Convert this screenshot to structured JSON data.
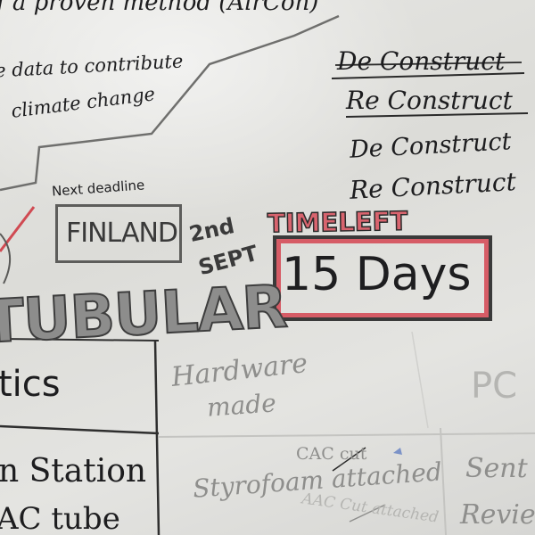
{
  "whiteboard": {
    "top_note_line1": "f a proven method (AirCon)",
    "top_note_line2": "e data to contribute",
    "top_note_line3": "climate change",
    "deconstruct_1": "De Construct",
    "reconstruct_1": "Re Construct",
    "deconstruct_2": "De Construct",
    "reconstruct_2": "Re Construct",
    "next_deadline_label": "Next deadline",
    "deadline_place": "FINLAND",
    "deadline_date_day": "2nd",
    "deadline_date_month": "SEPT",
    "time_left_label": "TIMELEFT",
    "time_left_value": "15 Days",
    "project_name": "TUBULAR",
    "grid": {
      "cell_tl": "tics",
      "cell_hardware_line1": "Hardware",
      "cell_hardware_line2": "made",
      "cell_pc": "PC",
      "cell_station": "n Station",
      "cell_tube": "AC tube",
      "cell_styrofoam": "Styrofoam attached",
      "cell_cac_cut": "CAC cut",
      "cell_aac_cut": "AAC Cut attached",
      "cell_sent_line1": "Sent",
      "cell_sent_line2": "Revie"
    },
    "colors": {
      "board": "#e3e3e0",
      "marker_black": "#1d1d1f",
      "marker_red": "#d8646e",
      "marker_grey": "#8d8d8c"
    }
  }
}
